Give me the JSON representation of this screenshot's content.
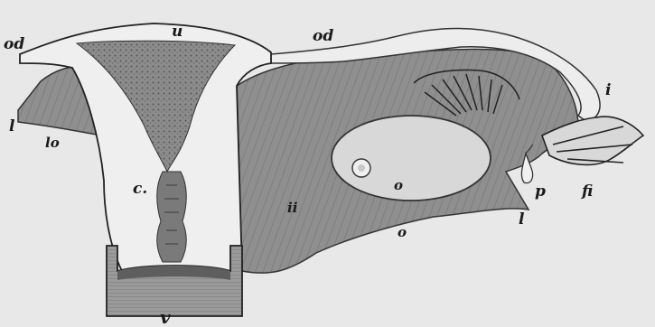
{
  "figure": {
    "labels": {
      "od_left": "od",
      "od_right": "od",
      "u": "u",
      "l_left": "l",
      "lo": "lo",
      "c": "c.",
      "v": "v",
      "i": "i",
      "fi": "fi",
      "p": "p",
      "l_right": "l",
      "o": "o",
      "o_ovary": "o",
      "ii": "ii"
    }
  }
}
